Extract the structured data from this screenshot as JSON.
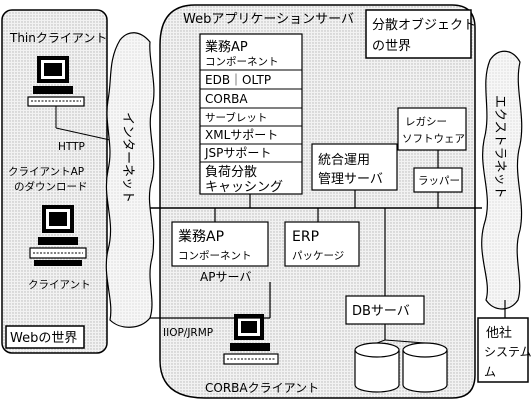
{
  "web_world": {
    "thin_client": "Thinクライアント",
    "http": "HTTP",
    "client_ap_line1": "クライアントAP",
    "client_ap_line2": "のダウンロード",
    "client": "クライアント",
    "title": "Webの世界"
  },
  "internet": "インターネット",
  "app_server": {
    "title": "Webアプリケーションサーバ",
    "stack": [
      "業務AP",
      "コンポーネント",
      "EDB｜OLTP",
      "CORBA",
      "サーブレット",
      "XMLサポート",
      "JSPサポート",
      "負荷分散",
      "キャッシング"
    ],
    "distributed_line1": "分散オブジェクト",
    "distributed_line2": "の世界",
    "legacy_line1": "レガシー",
    "legacy_line2": "ソフトウェア",
    "mgmt_line1": "統合運用",
    "mgmt_line2": "管理サーバ",
    "wrapper": "ラッパー",
    "ap_server_line1": "業務AP",
    "ap_server_line2": "コンポーネント",
    "ap_server_label": "APサーバ",
    "erp_line1": "ERP",
    "erp_line2": "パッケージ",
    "db_server": "DBサーバ"
  },
  "extranet": "エクストラネット",
  "iiop": "IIOP/JRMP",
  "corba_client": "CORBAクライアント",
  "other_system_line1": "他社",
  "other_system_line2": "システム",
  "other_system_line3": "ム"
}
